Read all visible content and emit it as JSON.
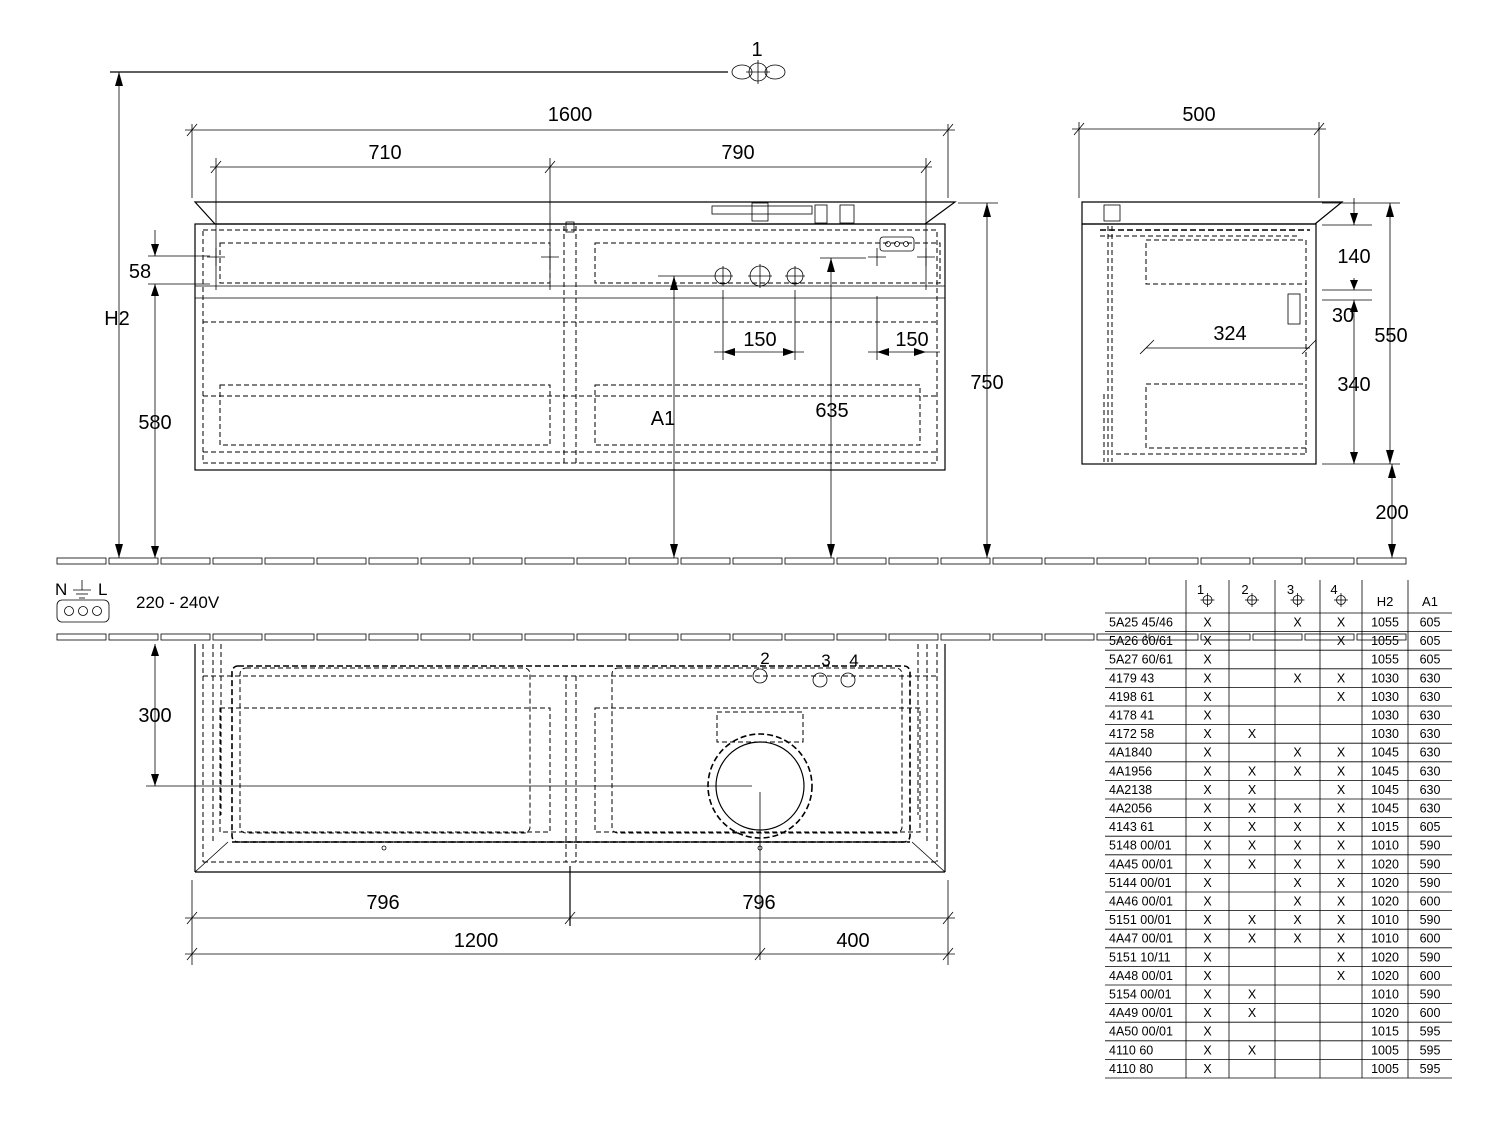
{
  "callout_top": "1",
  "dimensions": {
    "width_total": "1600",
    "width_left": "710",
    "width_right": "790",
    "depth": "500",
    "h2": "H2",
    "d58": "58",
    "d580": "580",
    "d150a": "150",
    "d150b": "150",
    "a1": "A1",
    "d635": "635",
    "d750": "750",
    "d140": "140",
    "d30": "30",
    "d324": "324",
    "d550": "550",
    "d340": "340",
    "d200": "200",
    "d300": "300",
    "d796a": "796",
    "d796b": "796",
    "d1200": "1200",
    "d400": "400"
  },
  "electrical": {
    "n": "N",
    "l": "L",
    "voltage": "220 - 240V"
  },
  "plan_callouts": {
    "c2": "2",
    "c3": "3",
    "c4": "4"
  },
  "table": {
    "headers": [
      "1",
      "2",
      "3",
      "4",
      "H2",
      "A1"
    ],
    "rows": [
      [
        "5A25 45/46",
        "X",
        "",
        "X",
        "X",
        "1055",
        "605"
      ],
      [
        "5A26 60/61",
        "X",
        "",
        "",
        "X",
        "1055",
        "605"
      ],
      [
        "5A27 60/61",
        "X",
        "",
        "",
        "",
        "1055",
        "605"
      ],
      [
        "4179 43",
        "X",
        "",
        "X",
        "X",
        "1030",
        "630"
      ],
      [
        "4198 61",
        "X",
        "",
        "",
        "X",
        "1030",
        "630"
      ],
      [
        "4178 41",
        "X",
        "",
        "",
        "",
        "1030",
        "630"
      ],
      [
        "4172 58",
        "X",
        "X",
        "",
        "",
        "1030",
        "630"
      ],
      [
        "4A1840",
        "X",
        "",
        "X",
        "X",
        "1045",
        "630"
      ],
      [
        "4A1956",
        "X",
        "X",
        "X",
        "X",
        "1045",
        "630"
      ],
      [
        "4A2138",
        "X",
        "X",
        "",
        "X",
        "1045",
        "630"
      ],
      [
        "4A2056",
        "X",
        "X",
        "X",
        "X",
        "1045",
        "630"
      ],
      [
        "4143 61",
        "X",
        "X",
        "X",
        "X",
        "1015",
        "605"
      ],
      [
        "5148 00/01",
        "X",
        "X",
        "X",
        "X",
        "1010",
        "590"
      ],
      [
        "4A45 00/01",
        "X",
        "X",
        "X",
        "X",
        "1020",
        "590"
      ],
      [
        "5144 00/01",
        "X",
        "",
        "X",
        "X",
        "1020",
        "590"
      ],
      [
        "4A46 00/01",
        "X",
        "",
        "X",
        "X",
        "1020",
        "600"
      ],
      [
        "5151 00/01",
        "X",
        "X",
        "X",
        "X",
        "1010",
        "590"
      ],
      [
        "4A47 00/01",
        "X",
        "X",
        "X",
        "X",
        "1010",
        "600"
      ],
      [
        "5151 10/11",
        "X",
        "",
        "",
        "X",
        "1020",
        "590"
      ],
      [
        "4A48 00/01",
        "X",
        "",
        "",
        "X",
        "1020",
        "600"
      ],
      [
        "5154 00/01",
        "X",
        "X",
        "",
        "",
        "1010",
        "590"
      ],
      [
        "4A49 00/01",
        "X",
        "X",
        "",
        "",
        "1020",
        "600"
      ],
      [
        "4A50 00/01",
        "X",
        "",
        "",
        "",
        "1015",
        "595"
      ],
      [
        "4110 60",
        "X",
        "X",
        "",
        "",
        "1005",
        "595"
      ],
      [
        "4110 80",
        "X",
        "",
        "",
        "",
        "1005",
        "595"
      ]
    ]
  }
}
